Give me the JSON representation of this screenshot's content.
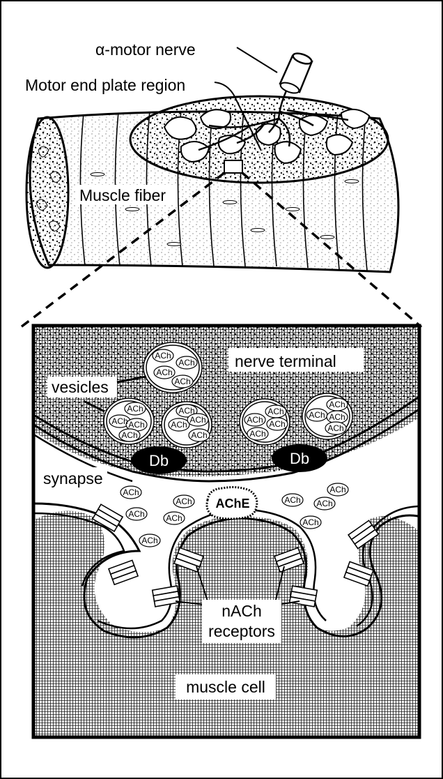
{
  "labels": {
    "alpha_motor_nerve": "α-motor nerve",
    "motor_end_plate_region": "Motor end plate region",
    "muscle_fiber": "Muscle fiber",
    "nerve_terminal": "nerve terminal",
    "vesicles": "vesicles",
    "synapse": "synapse",
    "ache": "AChE",
    "nach_line1": "nACh",
    "nach_line2": "receptors",
    "muscle_cell": "muscle cell",
    "dense_body_left": "Db",
    "dense_body_right": "Db",
    "ach": "ACh"
  },
  "colors": {
    "ink": "#000000",
    "paper": "#ffffff",
    "hatch": "#1a1a1a"
  }
}
